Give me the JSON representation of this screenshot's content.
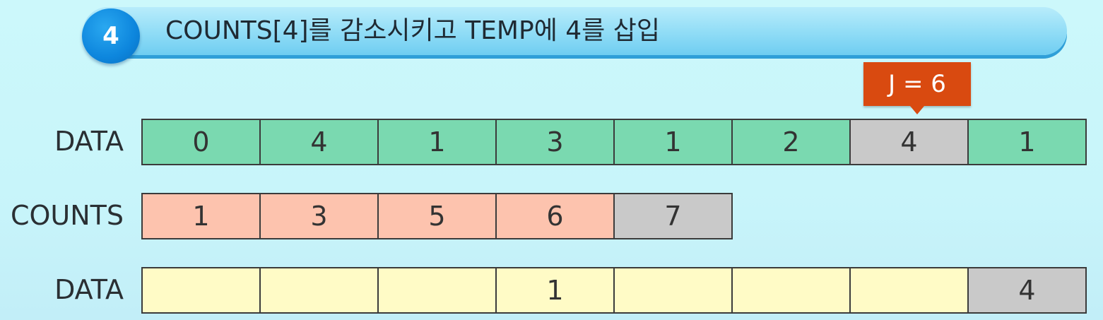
{
  "step": {
    "number": "4",
    "title": "COUNTS[4]를 감소시키고 TEMP에 4를 삽입"
  },
  "pointer": {
    "label": "J = 6",
    "column_index": 6
  },
  "rows": [
    {
      "label": "DATA",
      "fill_color": "#7ad9b0",
      "cells": [
        {
          "value": "0",
          "highlight": false
        },
        {
          "value": "4",
          "highlight": false
        },
        {
          "value": "1",
          "highlight": false
        },
        {
          "value": "3",
          "highlight": false
        },
        {
          "value": "1",
          "highlight": false
        },
        {
          "value": "2",
          "highlight": false
        },
        {
          "value": "4",
          "highlight": true
        },
        {
          "value": "1",
          "highlight": false
        }
      ]
    },
    {
      "label": "COUNTS",
      "fill_color": "#fdc3ae",
      "cells": [
        {
          "value": "1",
          "highlight": false
        },
        {
          "value": "3",
          "highlight": false
        },
        {
          "value": "5",
          "highlight": false
        },
        {
          "value": "6",
          "highlight": false
        },
        {
          "value": "7",
          "highlight": true
        }
      ]
    },
    {
      "label": "DATA",
      "fill_color": "#fffbc6",
      "cells": [
        {
          "value": "",
          "highlight": false
        },
        {
          "value": "",
          "highlight": false
        },
        {
          "value": "",
          "highlight": false
        },
        {
          "value": "1",
          "highlight": false
        },
        {
          "value": "",
          "highlight": false
        },
        {
          "value": "",
          "highlight": false
        },
        {
          "value": "",
          "highlight": false
        },
        {
          "value": "4",
          "highlight": true
        }
      ]
    }
  ],
  "colors": {
    "highlight": "#c9c9c9",
    "pointer": "#d94a10",
    "step_circle": "#0d86dd"
  }
}
